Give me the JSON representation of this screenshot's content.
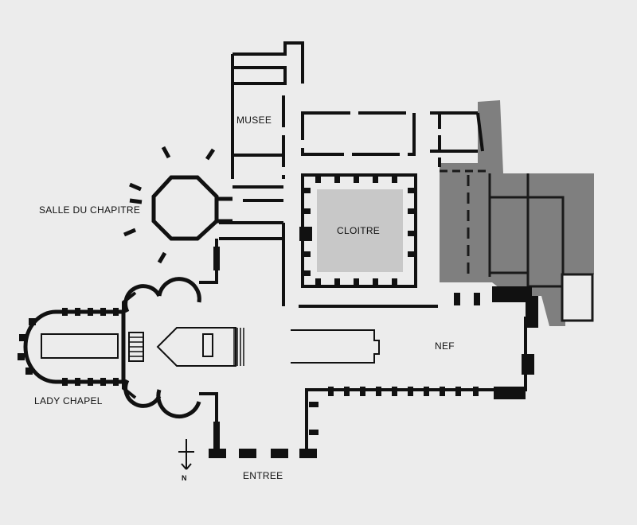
{
  "labels": {
    "musee": "MUSEE",
    "salle_du_chapitre": "SALLE DU CHAPITRE",
    "cloitre": "CLOITRE",
    "nef": "NEF",
    "lady_chapel": "LADY CHAPEL",
    "entree": "ENTREE",
    "north": "N"
  },
  "colors": {
    "background": "#ececec",
    "walls": "#111111",
    "cloister_garth": "#c8c8c8",
    "shaded_ruins": "#7f7f7f"
  }
}
